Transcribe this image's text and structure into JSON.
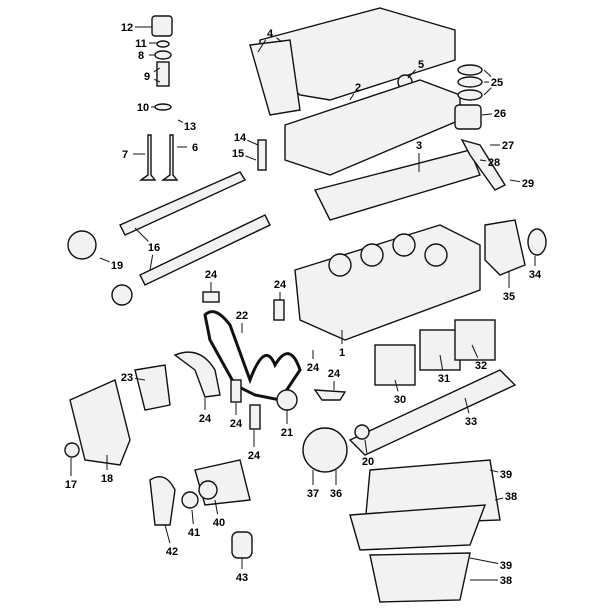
{
  "diagram": {
    "title": "Engine exploded parts diagram",
    "callouts": [
      "12",
      "11",
      "8",
      "9",
      "10",
      "13",
      "7",
      "6",
      "4",
      "5",
      "2",
      "25",
      "26",
      "14",
      "15",
      "3",
      "27",
      "28",
      "29",
      "16",
      "19",
      "24",
      "24",
      "22",
      "34",
      "35",
      "1",
      "24",
      "24",
      "32",
      "23",
      "31",
      "30",
      "24",
      "24",
      "21",
      "33",
      "24",
      "20",
      "39",
      "17",
      "18",
      "37",
      "36",
      "38",
      "40",
      "41",
      "42",
      "39",
      "43",
      "38"
    ]
  }
}
